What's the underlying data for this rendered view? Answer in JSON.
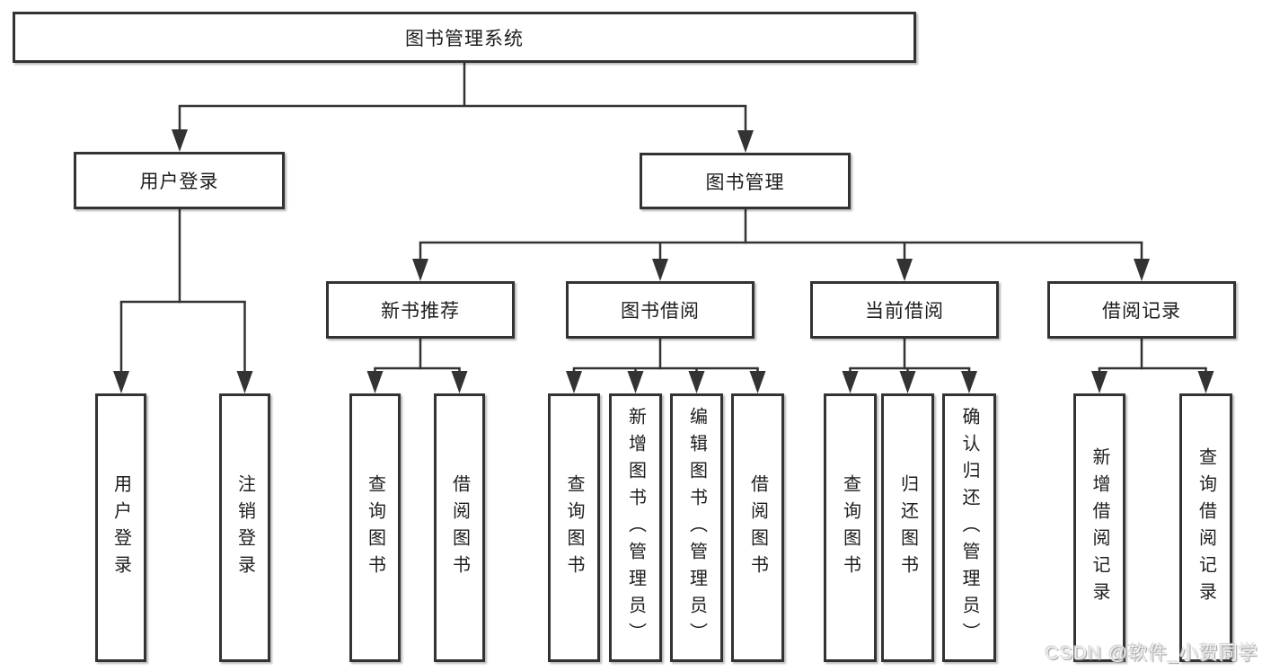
{
  "colors": {
    "background": "#ffffff",
    "box_border": "#333333",
    "connector_line": "#333333",
    "text": "#1d1d1d",
    "watermark_text": "#efefef"
  },
  "watermark": {
    "text": "CSDN @软件_小贺同学"
  },
  "tree": {
    "root": {
      "label": "图书管理系统",
      "children": [
        {
          "label": "用户登录",
          "children": [
            {
              "label": "用户登录"
            },
            {
              "label": "注销登录"
            }
          ]
        },
        {
          "label": "图书管理",
          "children": [
            {
              "label": "新书推荐",
              "children": [
                {
                  "label": "查询图书"
                },
                {
                  "label": "借阅图书"
                }
              ]
            },
            {
              "label": "图书借阅",
              "children": [
                {
                  "label": "查询图书"
                },
                {
                  "label": "新增图书（管理员）"
                },
                {
                  "label": "编辑图书（管理员）"
                },
                {
                  "label": "借阅图书"
                }
              ]
            },
            {
              "label": "当前借阅",
              "children": [
                {
                  "label": "查询图书"
                },
                {
                  "label": "归还图书"
                },
                {
                  "label": "确认归还（管理员）"
                }
              ]
            },
            {
              "label": "借阅记录",
              "children": [
                {
                  "label": "新增借阅记录"
                },
                {
                  "label": "查询借阅记录"
                }
              ]
            }
          ]
        }
      ]
    }
  }
}
